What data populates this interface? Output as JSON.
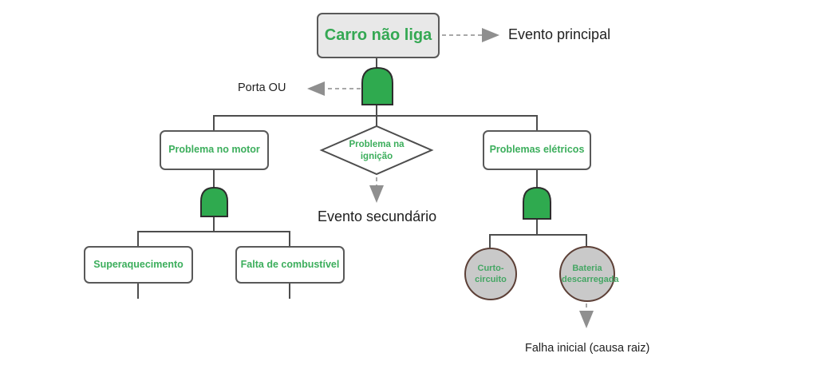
{
  "diagram": {
    "type": "fault-tree",
    "title": "Carro não liga",
    "annotations": {
      "main_event": "Evento principal",
      "or_gate": "Porta OU",
      "secondary_event": "Evento secundário",
      "root_cause": "Falha inicial (causa raiz)"
    },
    "nodes": {
      "motor": "Problema no motor",
      "ignicao": "Problema na ignição",
      "eletricos": "Problemas elétricos",
      "superaquecimento": "Superaquecimento",
      "combustivel": "Falta de combustível",
      "curto": "Curto-circuito",
      "bateria": "Bateria descarregada"
    },
    "colors": {
      "gate_green": "#2faa4f",
      "node_text_green": "#3cae5c",
      "title_text_green": "#34a853",
      "box_border_gray": "#595959",
      "title_fill_gray": "#e8e8e8",
      "circle_fill_gray": "#c9c9c9",
      "circle_border_brown": "#5d4037",
      "connector_gray": "#4d4d4d",
      "arrow_gray": "#a8a8a8",
      "annotation_text": "#1f1f1f"
    }
  }
}
